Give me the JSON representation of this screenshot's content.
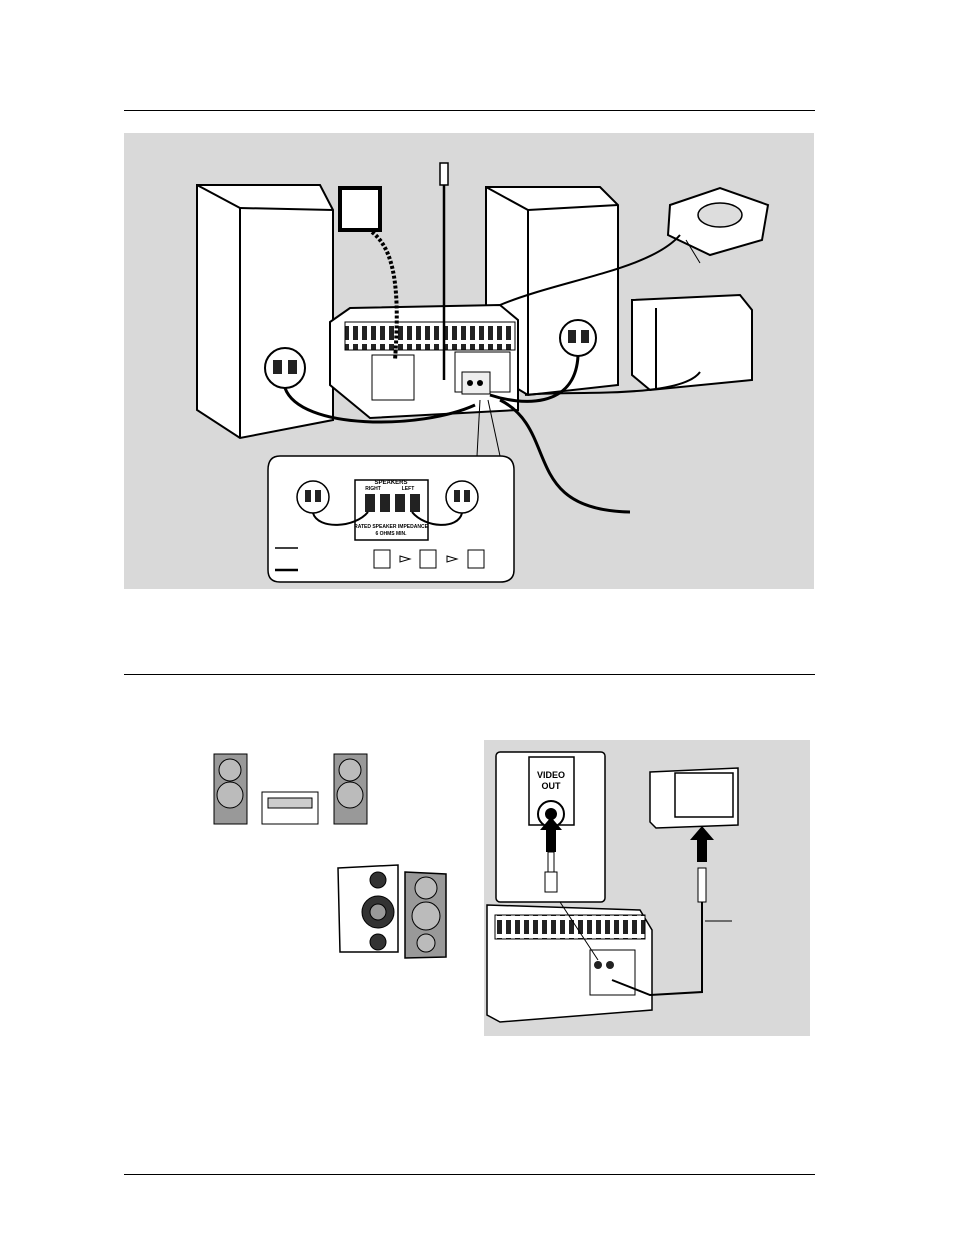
{
  "inset": {
    "speakers_heading": "SPEAKERS",
    "right_label": "RIGHT",
    "left_label": "LEFT",
    "impedance_line1": "RATED SPEAKER IMPEDANCE",
    "impedance_line2": "6 OHMS MIN."
  },
  "video_panel": {
    "jack_label_line1": "VIDEO",
    "jack_label_line2": "OUT"
  }
}
